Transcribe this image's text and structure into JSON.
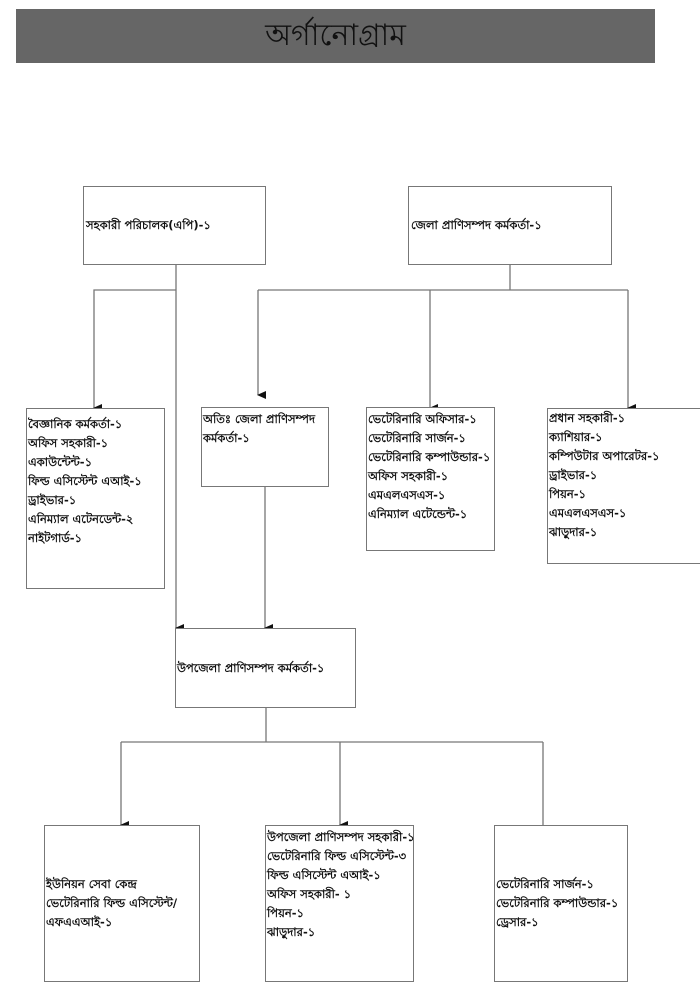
{
  "title": "অর্গানোগ্রাম",
  "nodes": {
    "ad": {
      "lines": [
        "সহকারী পরিচালক(এপি)-১"
      ]
    },
    "dlo": {
      "lines": [
        "জেলা প্রাণিসম্পদ কর্মকর্তা-১"
      ]
    },
    "ad_staff": {
      "lines": [
        "বৈজ্ঞানিক কর্মকর্তা-১",
        "অফিস সহকারী-১",
        "একাউন্টেন্ট-১",
        "ফিল্ড এসিস্টেন্ট এআই-১",
        "ড্রাইভার-১",
        "এনিম্যাল এটেনডেন্ট-২",
        "নাইটগার্ড-১"
      ]
    },
    "adlo": {
      "lines": [
        "অতিঃ জেলা প্রাণিসম্পদ",
        "কর্মকর্তা-১"
      ]
    },
    "vet_office": {
      "lines": [
        "ভেটেরিনারি অফিসার-১",
        "ভেটেরিনারি সার্জন-১",
        "ভেটেরিনারি কম্পাউন্ডার-১",
        "অফিস সহকারী-১",
        "এমএলএসএস-১",
        "এনিম্যাল এটেন্ডেন্ট-১"
      ]
    },
    "admin_staff": {
      "lines": [
        "প্রধান সহকারী-১",
        "ক্যাশিয়ার-১",
        "কম্পিউটার অপারেটর-১",
        "ড্রাইভার-১",
        "পিয়ন-১",
        "এমএলএসএস-১",
        "ঝাড়ুদার-১"
      ]
    },
    "ulo": {
      "lines": [
        "উপজেলা প্রাণিসম্পদ কর্মকর্তা-১"
      ]
    },
    "union": {
      "lines": [
        "ইউনিয়ন সেবা কেন্দ্র",
        "ভেটেরিনারি ফিল্ড এসিস্টেন্ট/",
        "এফএএআই-১"
      ]
    },
    "ulo_staff": {
      "lines": [
        "উপজেলা প্রাণিসম্পদ সহকারী-১",
        "ভেটেরিনারি ফিল্ড এসিস্টেন্ট-৩",
        "ফিল্ড এসিস্টেন্ট এআই-১",
        "অফিস সহকারী- ১",
        "পিয়ন-১",
        "ঝাড়ুদার-১"
      ]
    },
    "vet_hospital": {
      "lines": [
        "ভেটেরিনারি সার্জন-১",
        "ভেটেরিনারি কম্পাউন্ডার-১",
        "ড্রেসার-১"
      ]
    }
  },
  "colors": {
    "title_bg": "#666666",
    "line": "#777777",
    "arrow": "#111111"
  }
}
